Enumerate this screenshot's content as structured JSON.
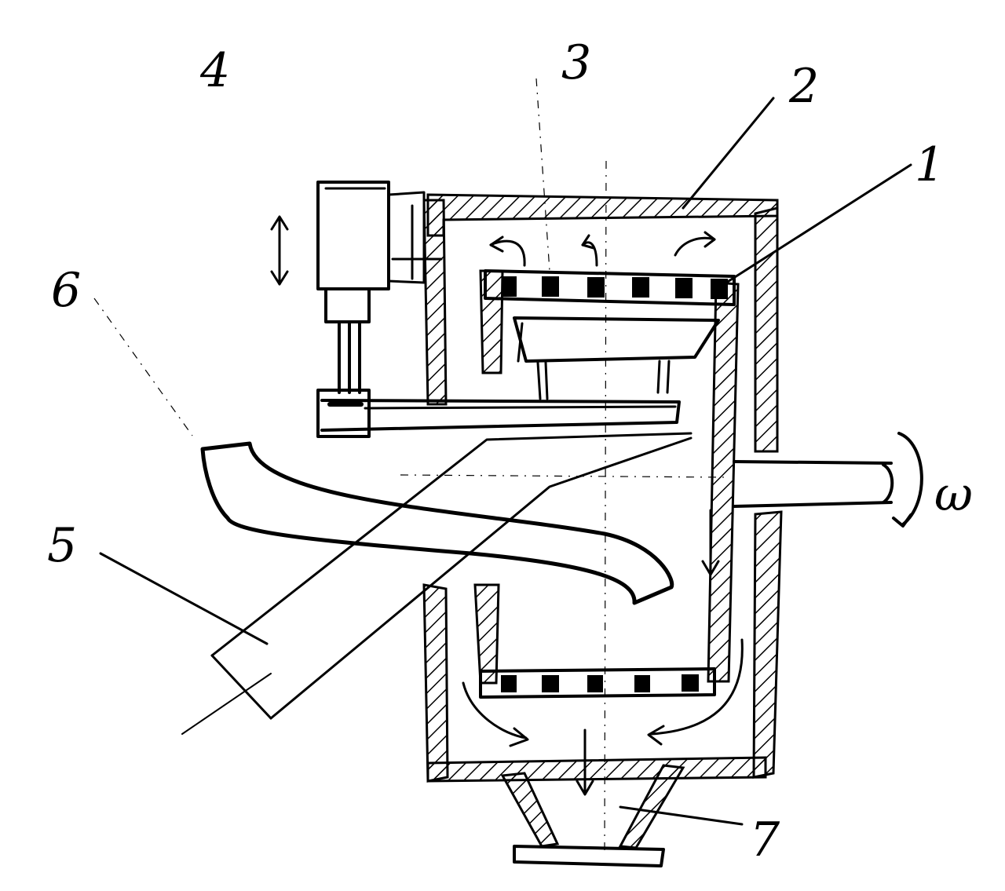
{
  "labels": {
    "part_1": "1",
    "part_2": "2",
    "part_3": "3",
    "part_4": "4",
    "part_5": "5",
    "part_6": "6",
    "part_7": "7",
    "rotation": "ω"
  },
  "colors": {
    "ink": "#000000",
    "paper": "#ffffff"
  }
}
